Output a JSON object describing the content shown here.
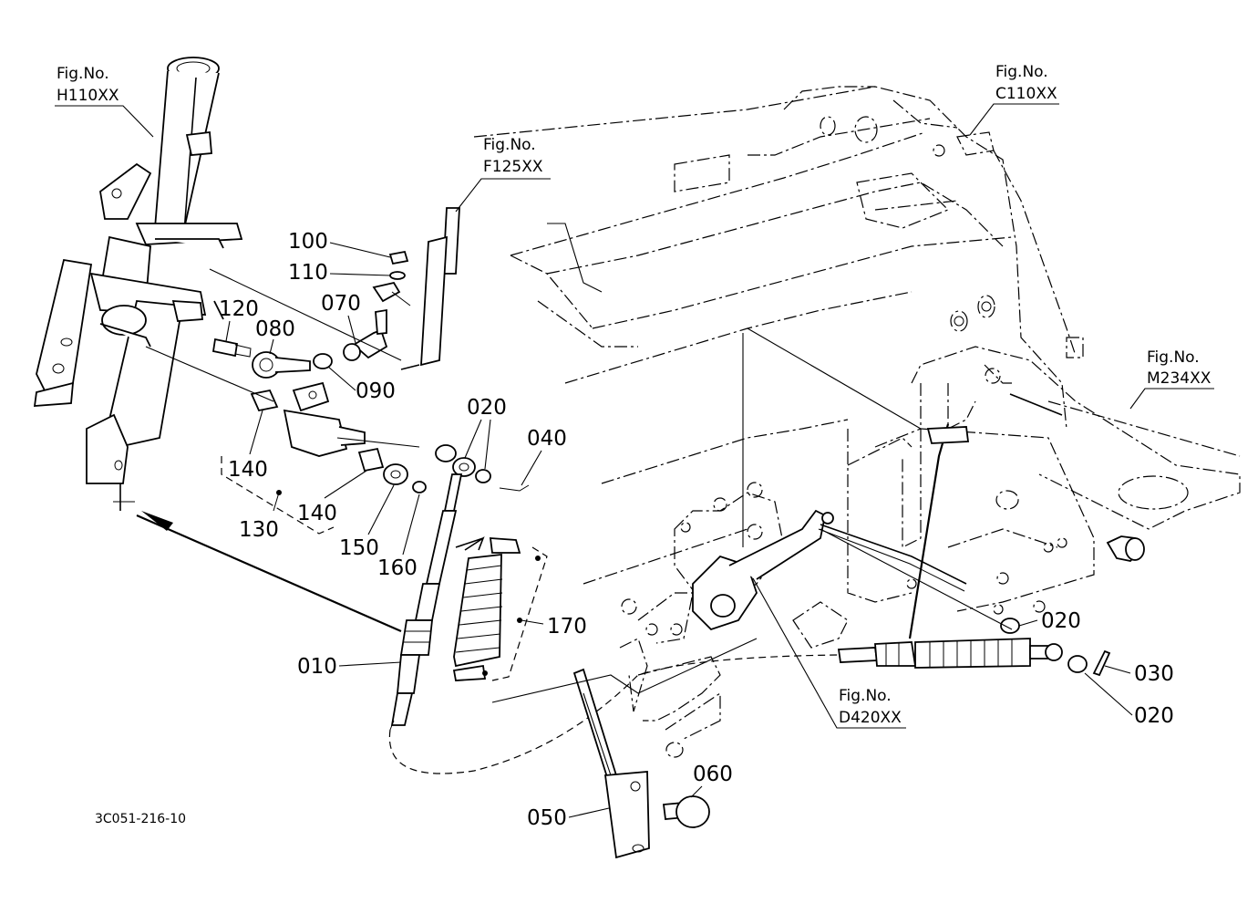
{
  "figure_refs": {
    "h110": {
      "prefix": "Fig.No.",
      "code": "H110XX"
    },
    "f125": {
      "prefix": "Fig.No.",
      "code": "F125XX"
    },
    "c110": {
      "prefix": "Fig.No.",
      "code": "C110XX"
    },
    "m234": {
      "prefix": "Fig.No.",
      "code": "M234XX"
    },
    "d420": {
      "prefix": "Fig.No.",
      "code": "D420XX"
    }
  },
  "parts": {
    "p100": "100",
    "p110": "110",
    "p120": "120",
    "p070": "070",
    "p080": "080",
    "p090": "090",
    "p020a": "020",
    "p040": "040",
    "p140a": "140",
    "p140b": "140",
    "p130": "130",
    "p150": "150",
    "p160": "160",
    "p170": "170",
    "p010": "010",
    "p020b": "020",
    "p030": "030",
    "p020c": "020",
    "p060": "060",
    "p050": "050"
  },
  "drawing_code": "3C051-216-10"
}
